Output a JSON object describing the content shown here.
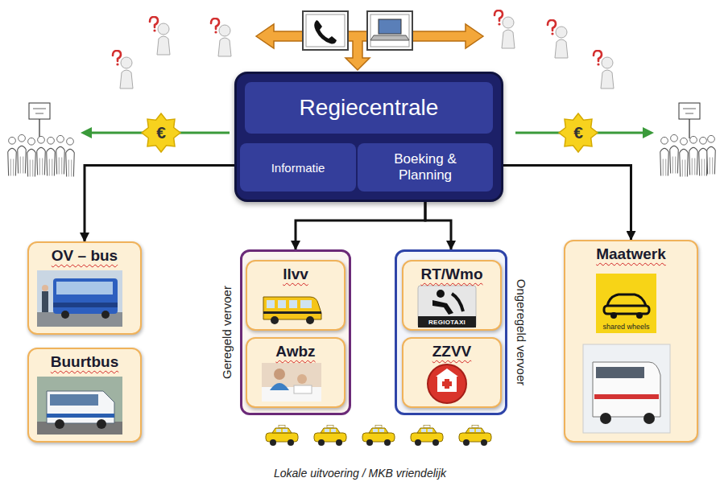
{
  "diagram": {
    "caption": "Lokale uitvoering / MKB vriendelijk",
    "nodes": [
      {
        "text": [
          "Regiecentrale"
        ]
      },
      {
        "text": [
          "Informatie"
        ],
        "in": 0
      },
      {
        "text": [
          "Boeking & Planning"
        ],
        "in": 0
      },
      {
        "text": [
          "OV – bus"
        ]
      },
      {
        "text": [
          "Buurtbus"
        ]
      },
      {
        "text": [
          "Geregeld vervoer"
        ]
      },
      {
        "text": [
          "llvv"
        ],
        "in": 5
      },
      {
        "text": [
          "Awbz"
        ],
        "in": 5
      },
      {
        "text": [
          "Ongeregeld vervoer"
        ]
      },
      {
        "text": [
          "RT/Wmo"
        ],
        "in": 8
      },
      {
        "text": [
          "ZZVV"
        ],
        "in": 8
      },
      {
        "text": [
          "Maatwerk"
        ]
      }
    ],
    "edges": [
      {
        "from": 0,
        "to": 3,
        "arrow": "to"
      },
      {
        "from": 0,
        "to": 11,
        "arrow": "to"
      },
      {
        "from": 2,
        "to": 5,
        "arrow": "to"
      },
      {
        "from": 2,
        "to": 8,
        "arrow": "to"
      }
    ],
    "labels": [
      "€",
      "€",
      "REGIOTAXI",
      "shared wheels"
    ]
  }
}
